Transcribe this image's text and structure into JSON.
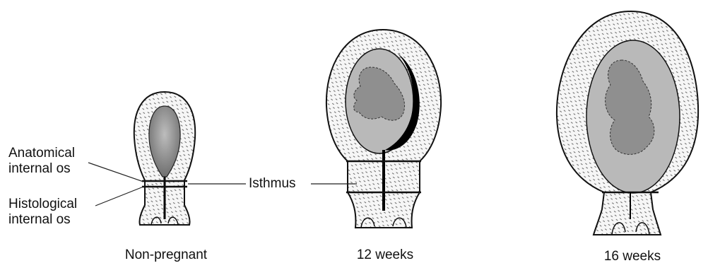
{
  "labels": {
    "anatomical_line1": "Anatomical",
    "anatomical_line2": "internal os",
    "histological_line1": "Histological",
    "histological_line2": "internal os",
    "isthmus": "Isthmus"
  },
  "captions": {
    "non_pregnant": "Non-pregnant",
    "week12": "12 weeks",
    "week16": "16 weeks"
  },
  "colors": {
    "ink": "#111111",
    "wall_fill": "#f4f4f4",
    "sac_fill": "#b9b9b9",
    "fetus_fill": "#8f8f8f",
    "cavity_fill": "#8a8a8a"
  }
}
